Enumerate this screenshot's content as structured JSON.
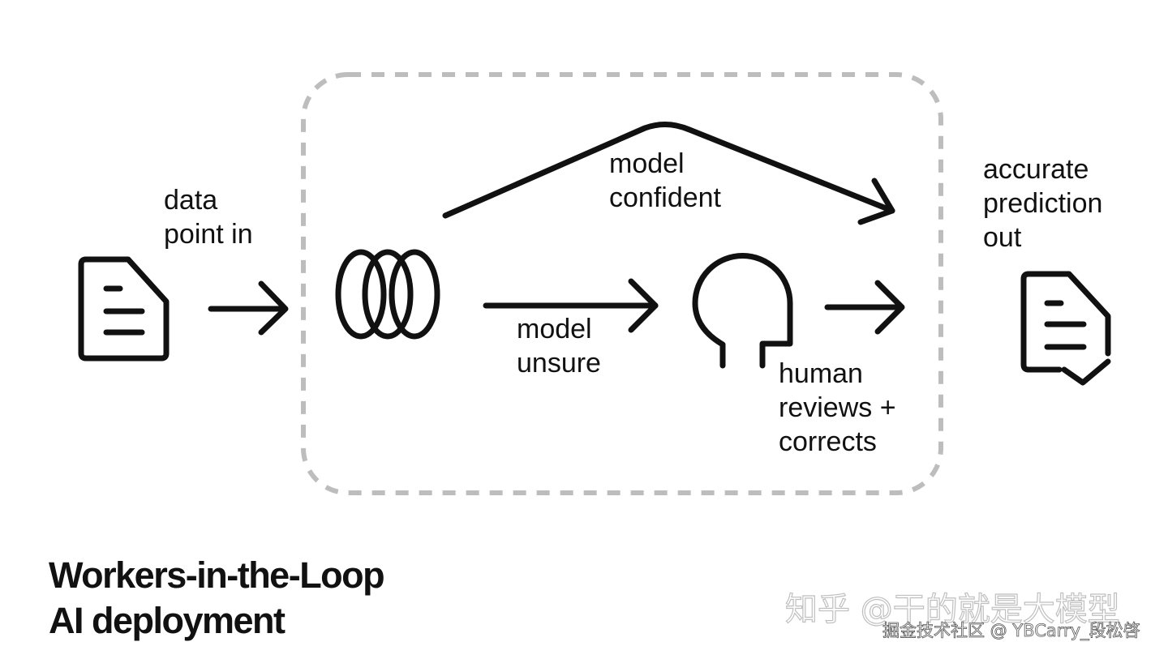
{
  "labels": {
    "data_in": [
      "data",
      "point in"
    ],
    "model_confident": [
      "model",
      "confident"
    ],
    "model_unsure": [
      "model",
      "unsure"
    ],
    "human_reviews": [
      "human",
      "reviews +",
      "corrects"
    ],
    "accurate_out": [
      "accurate",
      "prediction",
      "out"
    ]
  },
  "title": {
    "line1": "Workers-in-the-Loop",
    "line2": "AI deployment"
  },
  "watermark": {
    "main": "知乎 @干的就是大模型",
    "sub": "掘金技术社区 @ YBCarry_段松啓"
  },
  "icons": {
    "input": "document-icon",
    "model": "model-loops-icon",
    "human": "human-head-icon",
    "output": "document-check-icon"
  },
  "colors": {
    "stroke": "#111111",
    "boundary": "#bdbdbd",
    "background": "#ffffff"
  }
}
